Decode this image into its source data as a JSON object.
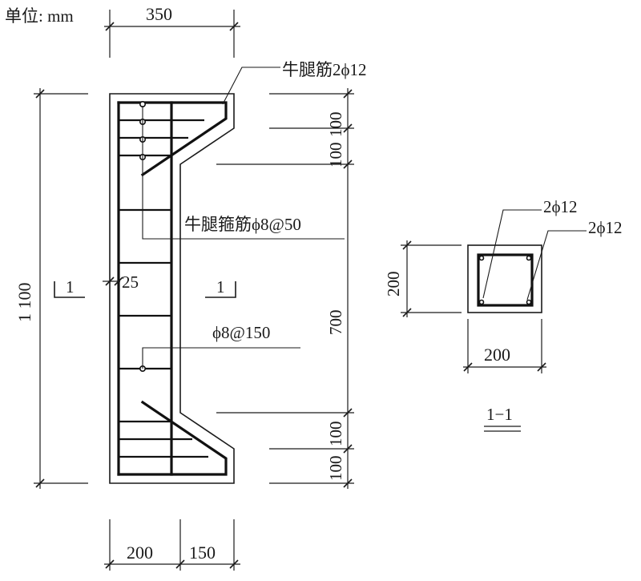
{
  "unit_label": "单位: mm",
  "dimensions": {
    "top_width": "350",
    "total_height": "1 100",
    "bottom_width_left": "200",
    "bottom_width_right": "150",
    "cover": "25",
    "seg_top_1": "100",
    "seg_top_2": "100",
    "seg_middle": "700",
    "seg_bottom_1": "100",
    "seg_bottom_2": "100",
    "section_height": "200",
    "section_width": "200"
  },
  "annotations": {
    "corbel_bars": "牛腿筋2ϕ12",
    "corbel_stirrups": "牛腿箍筋ϕ8@50",
    "stirrups": "ϕ8@150",
    "section_bars_top": "2ϕ12",
    "section_bars_bottom": "2ϕ12"
  },
  "section_marks": {
    "left": "1",
    "right": "1",
    "title": "1−1"
  }
}
